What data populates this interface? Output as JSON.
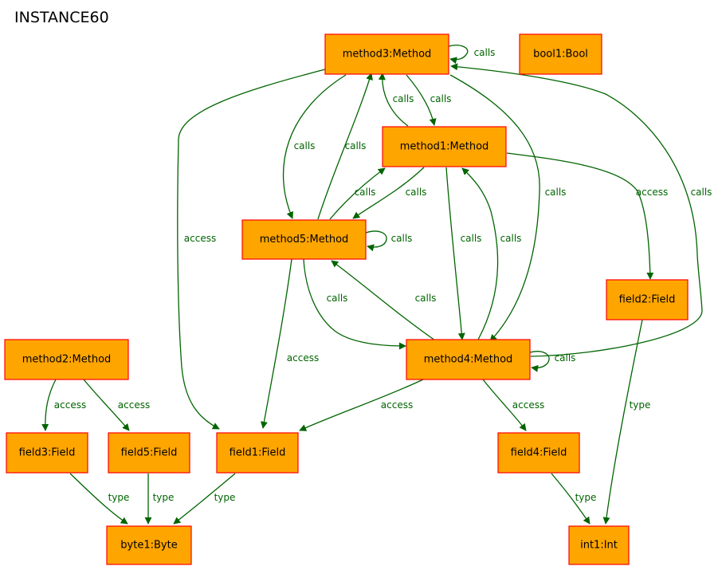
{
  "title": "INSTANCE60",
  "colors": {
    "node_fill": "#FFA500",
    "node_border": "#FF0000",
    "edge": "#006400"
  },
  "nodes": {
    "method3": "method3:Method",
    "bool1": "bool1:Bool",
    "method1": "method1:Method",
    "method5": "method5:Method",
    "field2": "field2:Field",
    "method2": "method2:Method",
    "method4": "method4:Method",
    "field3": "field3:Field",
    "field5": "field5:Field",
    "field1": "field1:Field",
    "field4": "field4:Field",
    "byte1": "byte1:Byte",
    "int1": "int1:Int"
  },
  "edges": [
    {
      "id": "e1",
      "from": "method3",
      "to": "method3",
      "label": "calls"
    },
    {
      "id": "e2",
      "from": "method3",
      "to": "method1",
      "label": "calls"
    },
    {
      "id": "e3",
      "from": "method1",
      "to": "method3",
      "label": "calls"
    },
    {
      "id": "e4",
      "from": "method3",
      "to": "method5",
      "label": "calls"
    },
    {
      "id": "e5",
      "from": "method5",
      "to": "method3",
      "label": "calls"
    },
    {
      "id": "e6",
      "from": "method3",
      "to": "field1",
      "label": "access"
    },
    {
      "id": "e7",
      "from": "method3",
      "to": "method4",
      "label": "calls"
    },
    {
      "id": "e8",
      "from": "method4",
      "to": "method3",
      "label": "calls"
    },
    {
      "id": "e9",
      "from": "method1",
      "to": "method5",
      "label": "calls"
    },
    {
      "id": "e10",
      "from": "method5",
      "to": "method1",
      "label": "calls"
    },
    {
      "id": "e11",
      "from": "method1",
      "to": "method4",
      "label": "calls"
    },
    {
      "id": "e12",
      "from": "method4",
      "to": "method1",
      "label": "calls"
    },
    {
      "id": "e13",
      "from": "method1",
      "to": "field2",
      "label": "access"
    },
    {
      "id": "e14",
      "from": "method5",
      "to": "method5",
      "label": "calls"
    },
    {
      "id": "e15",
      "from": "method5",
      "to": "method4",
      "label": "calls"
    },
    {
      "id": "e16",
      "from": "method4",
      "to": "method5",
      "label": "calls"
    },
    {
      "id": "e17",
      "from": "method5",
      "to": "field1",
      "label": "access"
    },
    {
      "id": "e18",
      "from": "method4",
      "to": "method4",
      "label": "calls"
    },
    {
      "id": "e19",
      "from": "method4",
      "to": "field1",
      "label": "access"
    },
    {
      "id": "e20",
      "from": "method4",
      "to": "field4",
      "label": "access"
    },
    {
      "id": "e21",
      "from": "field2",
      "to": "int1",
      "label": "type"
    },
    {
      "id": "e22",
      "from": "method2",
      "to": "field3",
      "label": "access"
    },
    {
      "id": "e23",
      "from": "method2",
      "to": "field5",
      "label": "access"
    },
    {
      "id": "e24",
      "from": "field3",
      "to": "byte1",
      "label": "type"
    },
    {
      "id": "e25",
      "from": "field5",
      "to": "byte1",
      "label": "type"
    },
    {
      "id": "e26",
      "from": "field1",
      "to": "byte1",
      "label": "type"
    },
    {
      "id": "e27",
      "from": "field4",
      "to": "int1",
      "label": "type"
    }
  ]
}
